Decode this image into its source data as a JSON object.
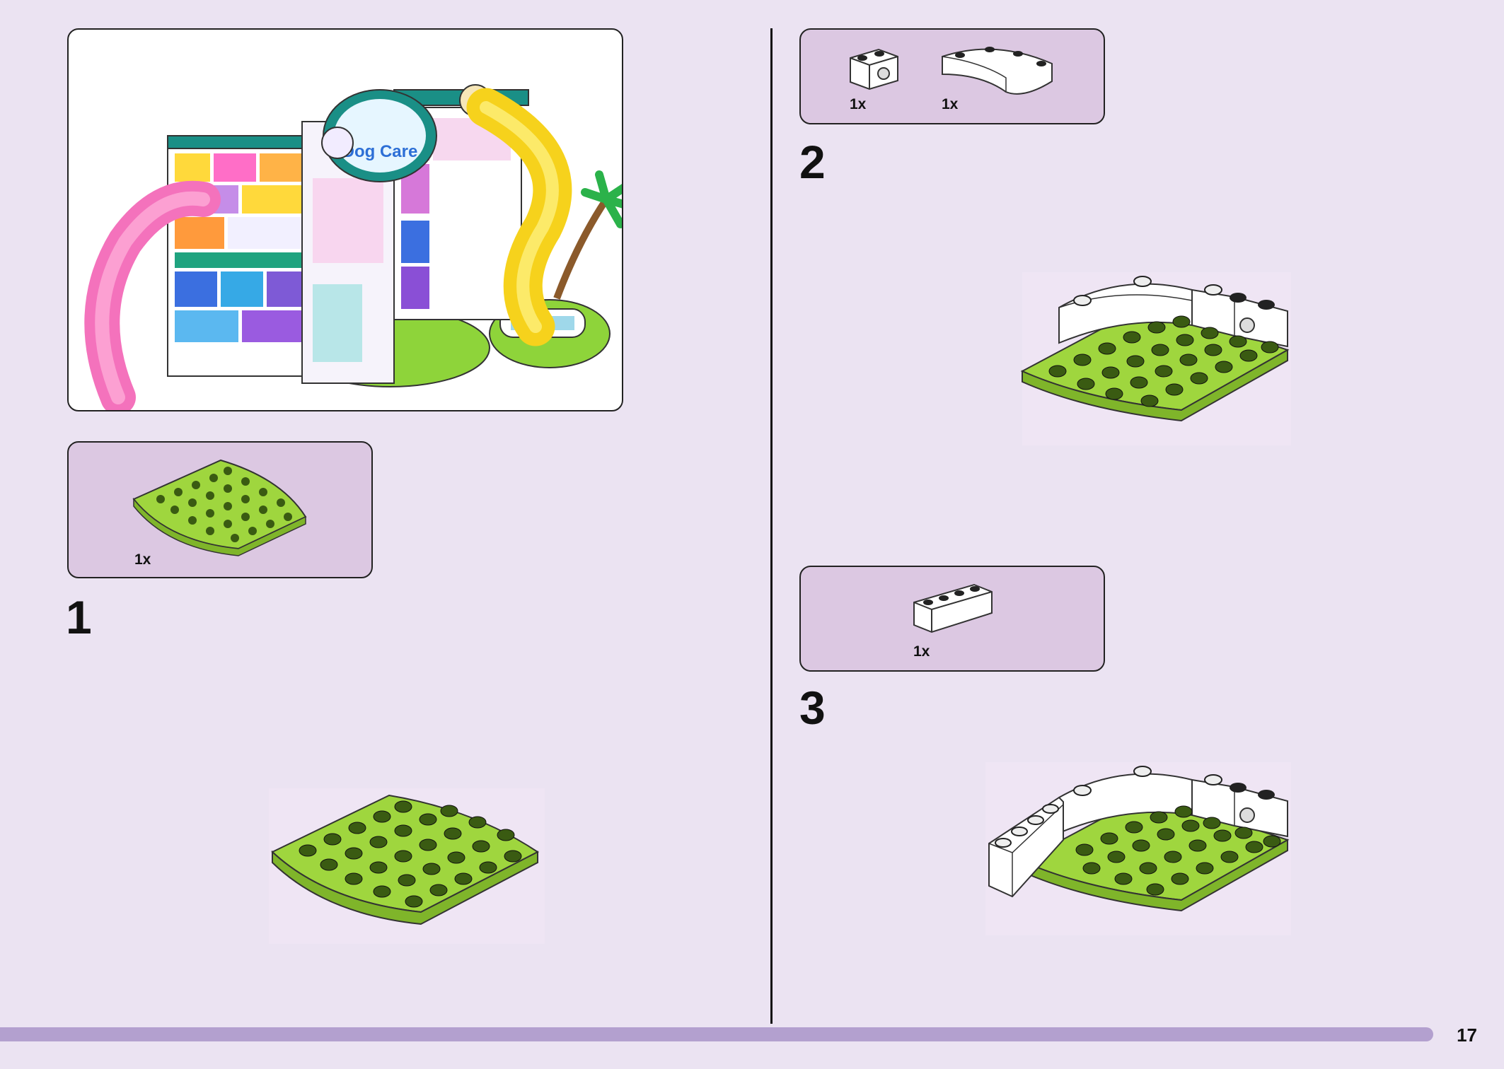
{
  "page_number": "17",
  "preview": {
    "sign_text": "Dog Care"
  },
  "steps": [
    {
      "number": "1",
      "parts": [
        {
          "qty": "1x"
        }
      ]
    },
    {
      "number": "2",
      "parts": [
        {
          "qty": "1x"
        },
        {
          "qty": "1x"
        }
      ]
    },
    {
      "number": "3",
      "parts": [
        {
          "qty": "1x"
        }
      ]
    }
  ],
  "colors": {
    "background": "#ebe3f2",
    "parts_box": "#dcc8e2",
    "lime_plate": "#9fd63e",
    "bottom_bar": "#b3a0cf"
  }
}
